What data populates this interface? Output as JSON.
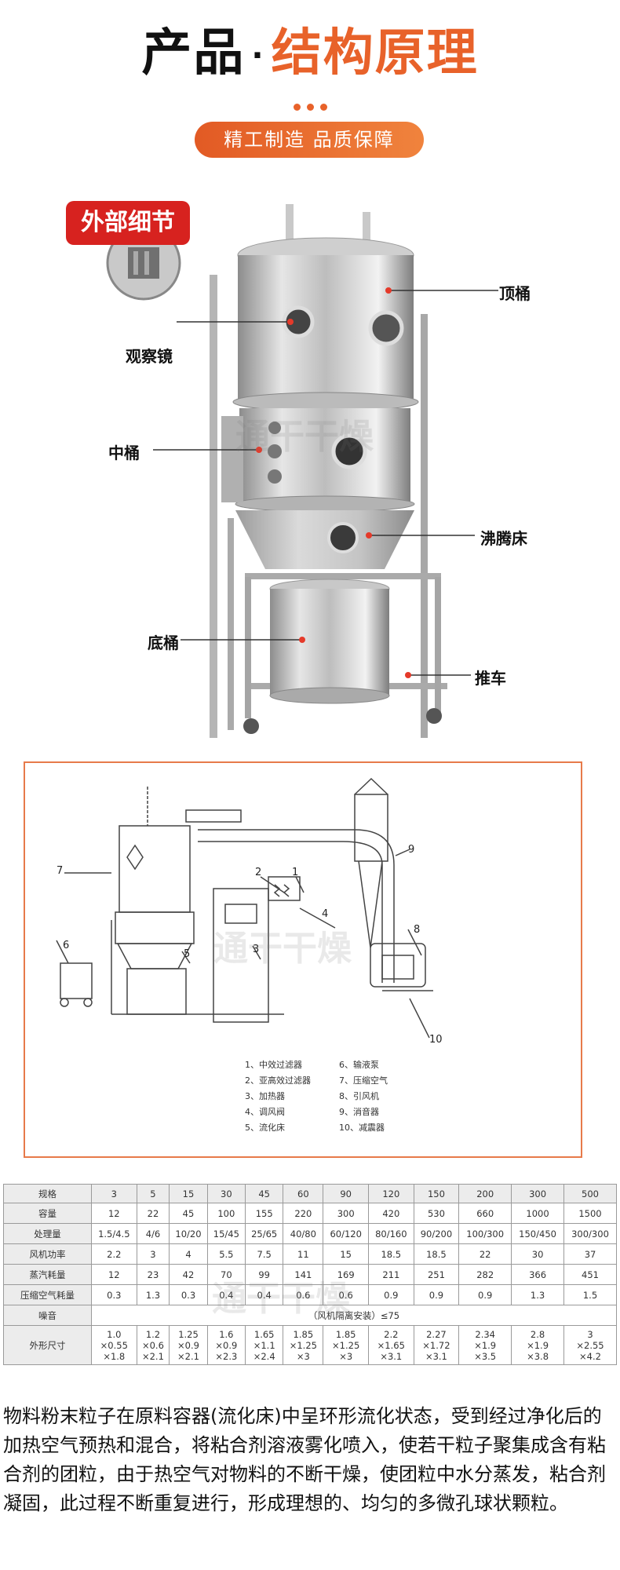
{
  "header": {
    "title_black": "产品",
    "title_dot": "·",
    "title_orange": "结构原理",
    "slogan": "精工制造 品质保障"
  },
  "photo": {
    "badge": "外部细节",
    "callouts": {
      "top_barrel": "顶桶",
      "sight_glass": "观察镜",
      "middle_barrel": "中桶",
      "fluid_bed": "沸腾床",
      "bottom_barrel": "底桶",
      "cart": "推车"
    },
    "watermark": "通干干燥"
  },
  "diagram": {
    "numbers": [
      "1",
      "2",
      "3",
      "4",
      "5",
      "6",
      "7",
      "8",
      "9",
      "10"
    ],
    "legend_left": [
      "1、中效过滤器",
      "2、亚高效过滤器",
      "3、加热器",
      "4、调风阀",
      "5、流化床"
    ],
    "legend_right": [
      "6、输液泵",
      "7、压缩空气",
      "8、引风机",
      "9、消音器",
      "10、减震器"
    ],
    "watermark": "通干干燥"
  },
  "spec_table": {
    "header_label": "规格",
    "models": [
      "3",
      "5",
      "15",
      "30",
      "45",
      "60",
      "90",
      "120",
      "150",
      "200",
      "300",
      "500"
    ],
    "rows": [
      {
        "label": "容量",
        "values": [
          "12",
          "22",
          "45",
          "100",
          "155",
          "220",
          "300",
          "420",
          "530",
          "660",
          "1000",
          "1500"
        ]
      },
      {
        "label": "处理量",
        "values": [
          "1.5/4.5",
          "4/6",
          "10/20",
          "15/45",
          "25/65",
          "40/80",
          "60/120",
          "80/160",
          "90/200",
          "100/300",
          "150/450",
          "300/300"
        ]
      },
      {
        "label": "风机功率",
        "values": [
          "2.2",
          "3",
          "4",
          "5.5",
          "7.5",
          "11",
          "15",
          "18.5",
          "18.5",
          "22",
          "30",
          "37"
        ]
      },
      {
        "label": "蒸汽耗量",
        "values": [
          "12",
          "23",
          "42",
          "70",
          "99",
          "141",
          "169",
          "211",
          "251",
          "282",
          "366",
          "451"
        ]
      },
      {
        "label": "压缩空气耗量",
        "values": [
          "0.3",
          "1.3",
          "0.3",
          "0.4",
          "0.4",
          "0.6",
          "0.6",
          "0.9",
          "0.9",
          "0.9",
          "1.3",
          "1.5"
        ]
      }
    ],
    "noise": {
      "label": "噪音",
      "value": "（风机隔离安装）≤75"
    },
    "dimensions": {
      "label": "外形尺寸",
      "values": [
        [
          "1.0",
          "×0.55",
          "×1.8"
        ],
        [
          "1.2",
          "×0.6",
          "×2.1"
        ],
        [
          "1.25",
          "×0.9",
          "×2.1"
        ],
        [
          "1.6",
          "×0.9",
          "×2.3"
        ],
        [
          "1.65",
          "×1.1",
          "×2.4"
        ],
        [
          "1.85",
          "×1.25",
          "×3"
        ],
        [
          "1.85",
          "×1.25",
          "×3"
        ],
        [
          "2.2",
          "×1.65",
          "×3.1"
        ],
        [
          "2.27",
          "×1.72",
          "×3.1"
        ],
        [
          "2.34",
          "×1.9",
          "×3.5"
        ],
        [
          "2.8",
          "×1.9",
          "×3.8"
        ],
        [
          "3",
          "×2.55",
          "×4.2"
        ]
      ]
    },
    "watermark": "通干干燥"
  },
  "description": "物料粉末粒子在原料容器(流化床)中呈环形流化状态，受到经过净化后的加热空气预热和混合，将粘合剂溶液雾化喷入，使若干粒子聚集成含有粘合剂的团粒，由于热空气对物料的不断干燥，使团粒中水分蒸发，粘合剂凝固，此过程不断重复进行，形成理想的、均匀的多微孔球状颗粒。"
}
